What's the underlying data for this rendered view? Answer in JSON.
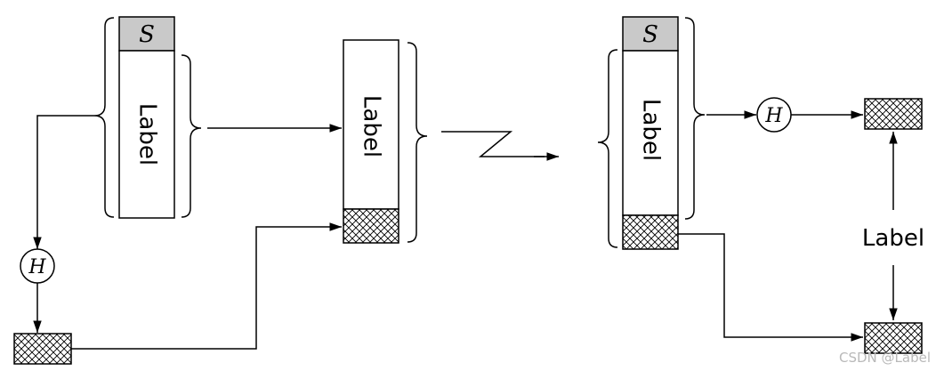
{
  "diagram": {
    "secret_label": "S",
    "message_label": "Label",
    "hash_label": "H",
    "compare_label": "Label",
    "watermark": "CSDN @Label"
  },
  "colors": {
    "secret_fill": "#c9c9c9",
    "hatch_stroke": "#000000",
    "line": "#000000",
    "watermark": "#b9b9b9"
  }
}
